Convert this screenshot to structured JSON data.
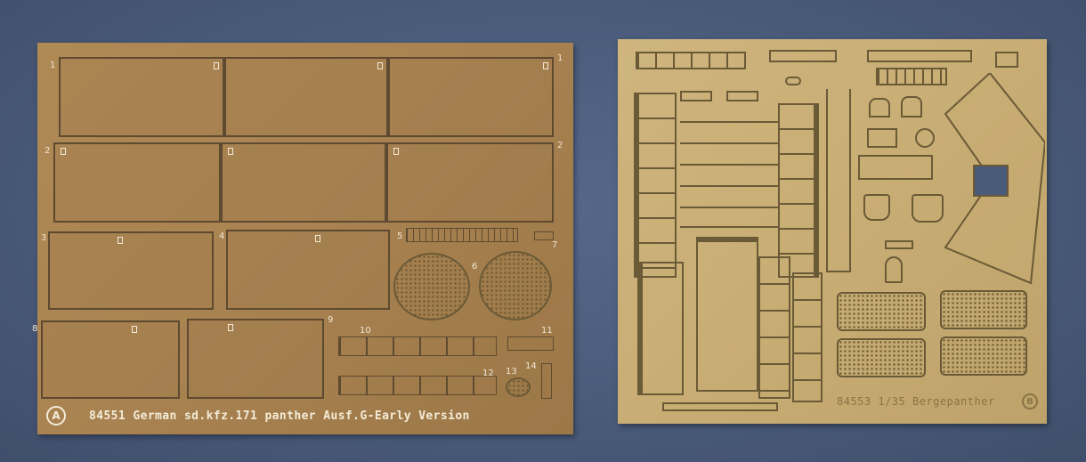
{
  "sheet_a": {
    "caption": "84551 German sd.kfz.171 panther Ausf.G-Early Version",
    "badge": "A",
    "part_numbers": [
      "1",
      "1",
      "2",
      "2",
      "3",
      "4",
      "5",
      "6",
      "7",
      "8",
      "9",
      "10",
      "11",
      "12",
      "13",
      "14"
    ]
  },
  "sheet_b": {
    "caption": "84553 1/35 Bergepanther",
    "badge": "B"
  },
  "colors": {
    "background": "#4a5b7a",
    "sheet_a_brass": "#a88250",
    "sheet_b_brass": "#c8ad74"
  }
}
